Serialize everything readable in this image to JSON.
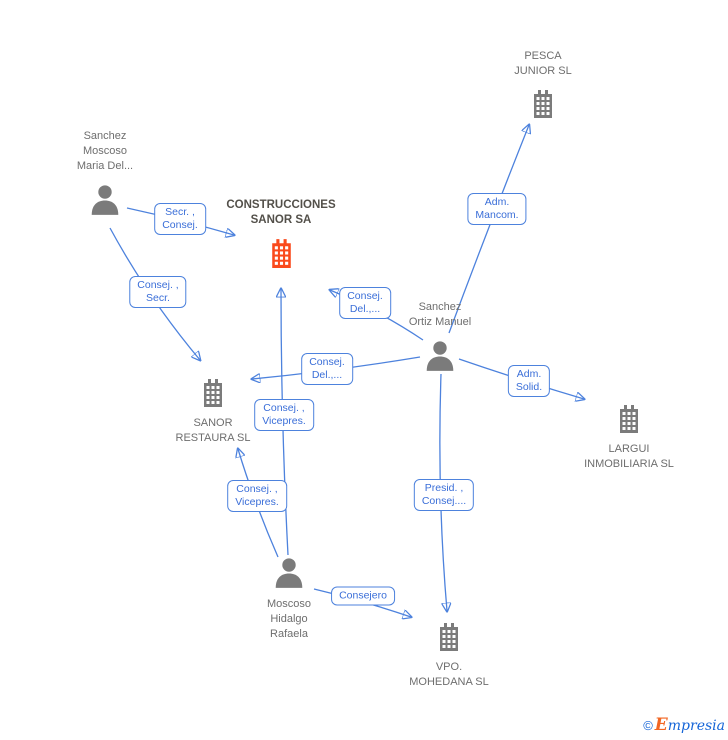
{
  "colors": {
    "edge_blue": "#4d82dd",
    "edge_label_text_blue": "#3a6ed8",
    "icon_gray": "#7b7b7b",
    "highlight_orange": "#fa4a1c",
    "node_text_gray": "#6e6e6e",
    "title_text_dark": "#53504a",
    "brand_blue": "#1565d8",
    "brand_orange": "#f26522"
  },
  "nodes": [
    {
      "id": "sanchez-moscoso-maria",
      "type": "person",
      "label": "Sanchez\nMoscoso\nMaria Del..."
    },
    {
      "id": "pesca-junior",
      "type": "company",
      "label": "PESCA\nJUNIOR SL"
    },
    {
      "id": "construcciones-sanor",
      "type": "company",
      "highlighted": true,
      "label": "CONSTRUCCIONES\nSANOR SA"
    },
    {
      "id": "sanchez-ortiz-manuel",
      "type": "person",
      "label": "Sanchez\nOrtiz Manuel"
    },
    {
      "id": "sanor-restaura",
      "type": "company",
      "label": "SANOR\nRESTAURA SL"
    },
    {
      "id": "largui-inmobiliaria",
      "type": "company",
      "label": "LARGUI\nINMOBILIARIA SL"
    },
    {
      "id": "moscoso-hidalgo-rafaela",
      "type": "person",
      "label": "Moscoso\nHidalgo\nRafaela"
    },
    {
      "id": "vpo-mohedana",
      "type": "company",
      "label": "VPO.\nMOHEDANA SL"
    }
  ],
  "edges": [
    {
      "from": "sanchez-moscoso-maria",
      "to": "construcciones-sanor",
      "label": "Secr. ,\nConsej."
    },
    {
      "from": "sanchez-moscoso-maria",
      "to": "sanor-restaura",
      "label": "Consej. ,\nSecr."
    },
    {
      "from": "sanchez-ortiz-manuel",
      "to": "pesca-junior",
      "label": "Adm.\nMancom."
    },
    {
      "from": "sanchez-ortiz-manuel",
      "to": "construcciones-sanor",
      "label": "Consej.\nDel.,..."
    },
    {
      "from": "sanchez-ortiz-manuel",
      "to": "sanor-restaura",
      "label": "Consej.\nDel.,..."
    },
    {
      "from": "sanchez-ortiz-manuel",
      "to": "largui-inmobiliaria",
      "label": "Adm.\nSolid."
    },
    {
      "from": "moscoso-hidalgo-rafaela",
      "to": "construcciones-sanor",
      "label": "Consej. ,\nVicepres."
    },
    {
      "from": "moscoso-hidalgo-rafaela",
      "to": "sanor-restaura",
      "label": "Consej. ,\nVicepres."
    },
    {
      "from": "sanchez-ortiz-manuel",
      "to": "vpo-mohedana",
      "label": "Presid. ,\nConsej...."
    },
    {
      "from": "moscoso-hidalgo-rafaela",
      "to": "vpo-mohedana",
      "label": "Consejero"
    }
  ],
  "watermark": {
    "copyright_symbol": "©",
    "brand_initial": "E",
    "brand_rest": "mpresia"
  }
}
